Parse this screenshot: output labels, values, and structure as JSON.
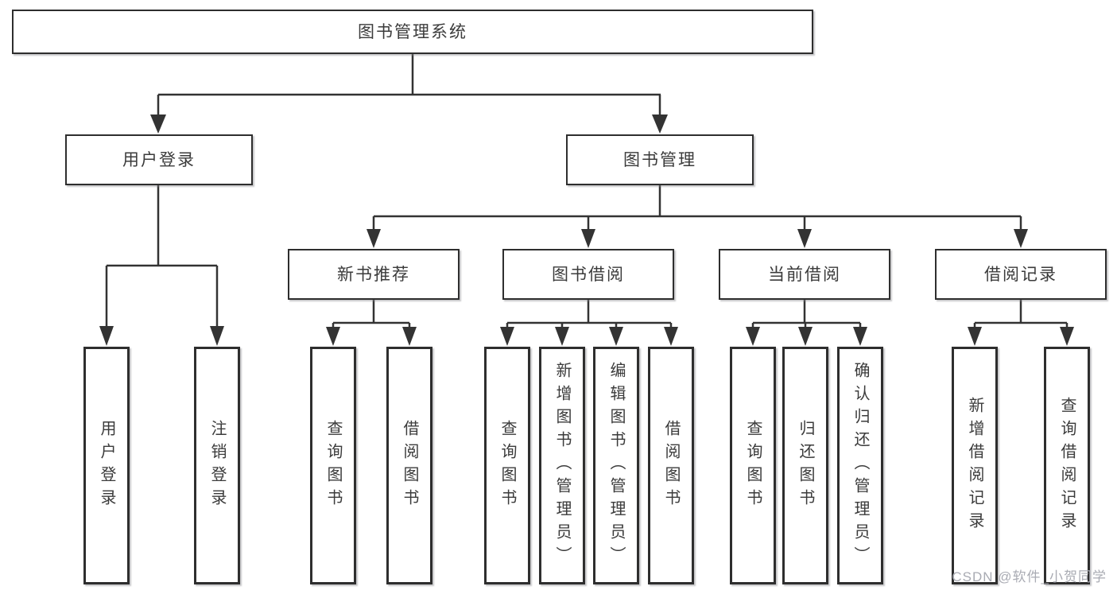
{
  "tree": {
    "root": {
      "label": "图书管理系统"
    },
    "level1": [
      {
        "label": "用户登录"
      },
      {
        "label": "图书管理"
      }
    ],
    "level2": [
      {
        "label": "新书推荐"
      },
      {
        "label": "图书借阅"
      },
      {
        "label": "当前借阅"
      },
      {
        "label": "借阅记录"
      }
    ],
    "leaves": {
      "user_login": [
        "用户登录",
        "注销登录"
      ],
      "new_book_recommend": [
        "查询图书",
        "借阅图书"
      ],
      "book_borrow": [
        "查询图书",
        "新增图书（管理员）",
        "编辑图书（管理员）",
        "借阅图书"
      ],
      "current_borrow": [
        "查询图书",
        "归还图书",
        "确认归还（管理员）"
      ],
      "borrow_records": [
        "新增借阅记录",
        "查询借阅记录"
      ]
    }
  },
  "watermark": {
    "text": "CSDN @软件_小贺同学"
  },
  "colors": {
    "line": "#333333",
    "text": "#3b3b3b",
    "box_background": "#ffffff",
    "watermark": "#a9abb3",
    "page_background": "#ffffff"
  }
}
